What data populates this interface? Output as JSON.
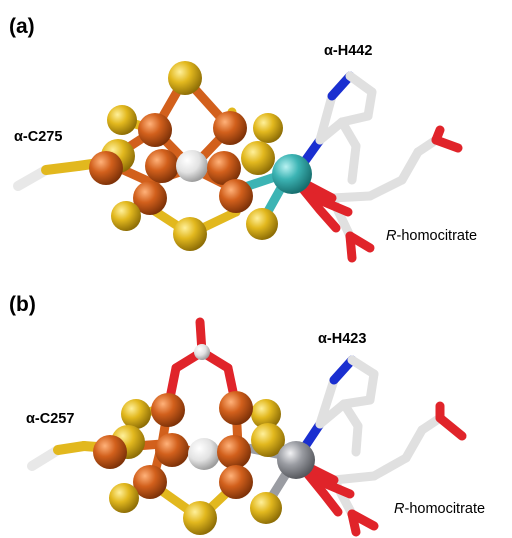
{
  "panels": [
    {
      "letter": "(a)",
      "cys_label": "α-C275",
      "his_label": "α-H442",
      "homocitrate_prefix": "R",
      "homocitrate_suffix": "-homocitrate",
      "heterometal_color": "#3cb4b4"
    },
    {
      "letter": "(b)",
      "cys_label": "α-C257",
      "his_label": "α-H423",
      "homocitrate_prefix": "R",
      "homocitrate_suffix": "-homocitrate",
      "heterometal_color": "#9a9ca2"
    }
  ],
  "colors": {
    "fe": "#d2601c",
    "s": "#e2b81e",
    "c_atom": "#e6e6e6",
    "carbon_stick": "#d6d6d6",
    "nitrogen": "#1a2fd0",
    "oxygen": "#e0242a",
    "bridge_carbonate_c": "#d0d0d0"
  }
}
